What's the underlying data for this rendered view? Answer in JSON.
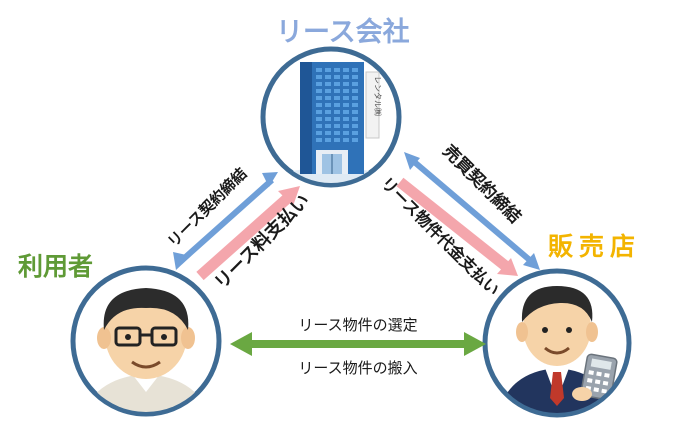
{
  "nodes": {
    "lease_company": {
      "label": "リース会社",
      "color": "#8aa8dc",
      "sign": "レンタル㈱"
    },
    "user": {
      "label": "利用者",
      "color": "#5f9a36"
    },
    "seller": {
      "label": "販売店",
      "color": "#f3b400"
    }
  },
  "edges": {
    "lease_contract": {
      "label": "リース契約締結"
    },
    "lease_payment": {
      "label": "リース料支払い"
    },
    "sales_contract": {
      "label": "売買契約締結"
    },
    "property_payment": {
      "label": "リース物件代金支払い"
    },
    "selection": {
      "label": "リース物件の選定"
    },
    "delivery": {
      "label": "リース物件の搬入"
    }
  },
  "colors": {
    "circle_border": "#3e6b94",
    "arrow_blue": "#6f9fd8",
    "arrow_pink": "#f4a6ac",
    "arrow_green": "#6aa842"
  }
}
